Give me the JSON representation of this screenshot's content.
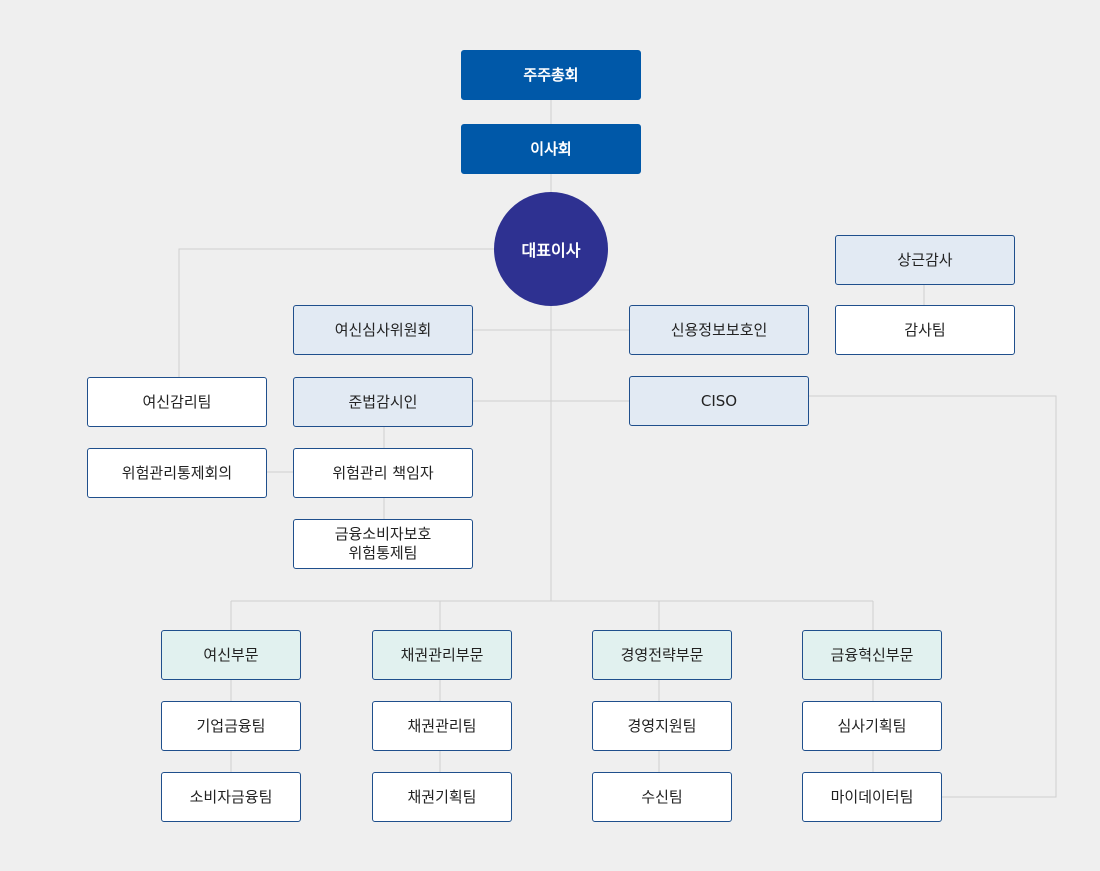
{
  "org_chart": {
    "shareholders": "주주총회",
    "board": "이사회",
    "ceo": "대표이사",
    "standing_auditor": "상근감사",
    "audit_team": "감사팀",
    "credit_review_committee": "여신심사위원회",
    "credit_info_protector": "신용정보보호인",
    "credit_monitoring_team": "여신감리팀",
    "compliance_officer": "준법감시인",
    "ciso": "CISO",
    "risk_management_committee": "위험관리통제회의",
    "risk_management_officer": "위험관리 책임자",
    "consumer_protection_team": {
      "line1": "금융소비자보호",
      "line2": "위험통제팀"
    },
    "divisions": [
      {
        "name": "여신부문",
        "teams": [
          "기업금융팀",
          "소비자금융팀"
        ]
      },
      {
        "name": "채권관리부문",
        "teams": [
          "채권관리팀",
          "채권기획팀"
        ]
      },
      {
        "name": "경영전략부문",
        "teams": [
          "경영지원팀",
          "수신팀"
        ]
      },
      {
        "name": "금융혁신부문",
        "teams": [
          "심사기획팀",
          "마이데이터팀"
        ]
      }
    ]
  },
  "colors": {
    "top_fill": "#0058a8",
    "ceo_fill": "#2e3191",
    "staff_fill": "#e2eaf3",
    "division_fill": "#e1f1ef",
    "border": "#1f4f8c",
    "connector": "#cfcfcf"
  }
}
